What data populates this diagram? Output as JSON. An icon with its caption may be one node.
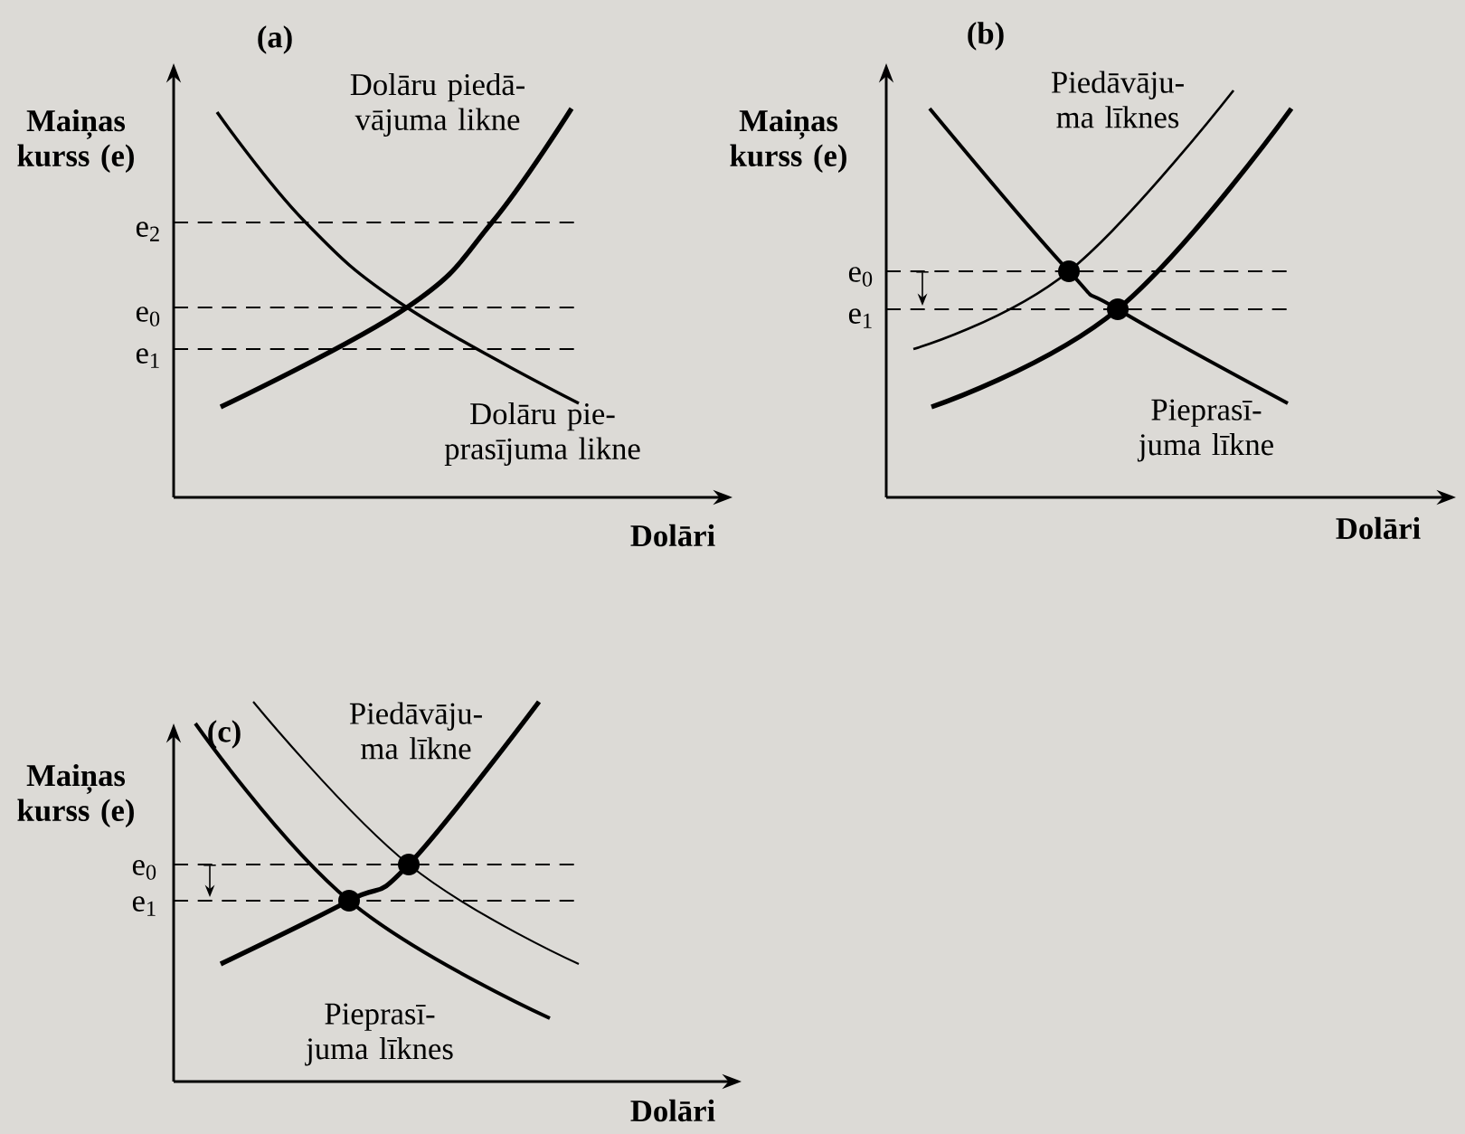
{
  "diagram": {
    "labels": [
      "(a)",
      "Maiņas kurss (e)",
      "Dolāru piedā- vājuma likne",
      "e$_{2}$",
      "e$_{0}$",
      "e$_{1}$",
      "Dolāru pie- prasījuma likne",
      "Dolāri",
      "(b)",
      "Maiņas kurss (e)",
      "Piedāvāju- ma līknes",
      "e$_{0}$",
      "e$_{1}$",
      "Pieprasī- juma līkne",
      "Dolāri",
      "(c)",
      "Maiņas kurss (e)",
      "Piedāvāju- ma līkne",
      "e$_{0}$",
      "e$_{1}$",
      "Pieprasī- juma līknes",
      "Dolāri"
    ]
  }
}
